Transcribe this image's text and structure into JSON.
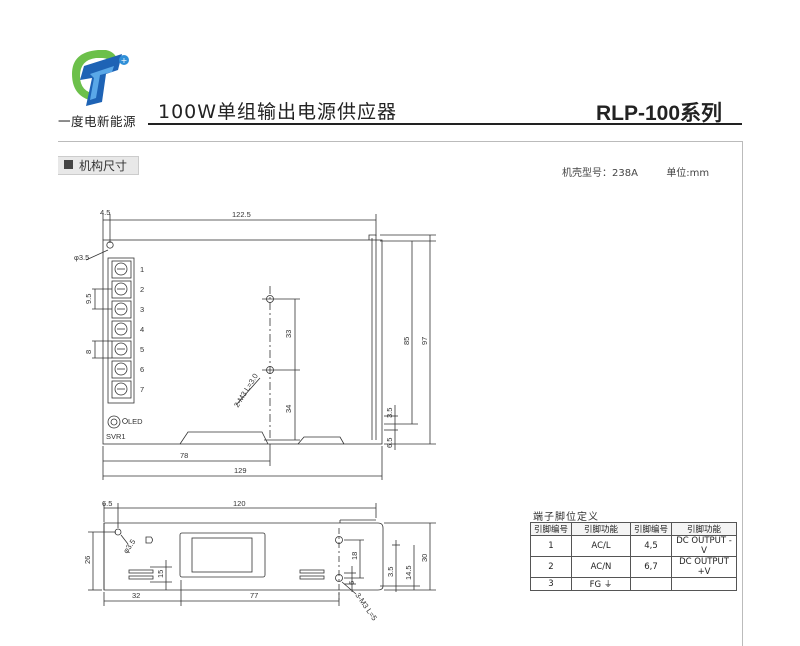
{
  "header": {
    "brand_text": "一度电新能源",
    "product_title": "100W单组输出电源供应器",
    "series_title": "RLP-100系列"
  },
  "section": {
    "title": "机构尺寸",
    "case_label": "机壳型号：238A",
    "unit_label": "单位:mm"
  },
  "top_view": {
    "dims": {
      "d_4_5": "4.5",
      "d_122_5": "122.5",
      "d_phi_3_5": "φ3.5",
      "d_9_5": "9.5",
      "d_8": "8",
      "d_33": "33",
      "d_34": "34",
      "d_85": "85",
      "d_97": "97",
      "d_3_5": "3.5",
      "d_6_5": "6.5",
      "d_78": "78",
      "d_129": "129",
      "screw_note": "2-M3 L=3.0"
    },
    "terminals": [
      "1",
      "2",
      "3",
      "4",
      "5",
      "6",
      "7"
    ],
    "led_label": "LED",
    "svr_label": "SVR1"
  },
  "side_view": {
    "dims": {
      "d_6_5": "6.5",
      "d_120": "120",
      "d_phi_3_5": "φ3.5",
      "d_26": "26",
      "d_15": "15",
      "d_18": "18",
      "d_3_5": "3.5",
      "d_14_5": "14.5",
      "d_30": "30",
      "d_6": "6",
      "d_32": "32",
      "d_77": "77",
      "screw_note": "3-M3 L=5"
    }
  },
  "pin_assignment": {
    "title": "端子脚位定义",
    "headers": [
      "引脚编号",
      "引脚功能",
      "引脚编号",
      "引脚功能"
    ],
    "rows": [
      [
        "1",
        "AC/L",
        "4,5",
        "DC OUTPUT -V"
      ],
      [
        "2",
        "AC/N",
        "6,7",
        "DC OUTPUT +V"
      ],
      [
        "3",
        "FG ⏚",
        "",
        ""
      ]
    ]
  }
}
